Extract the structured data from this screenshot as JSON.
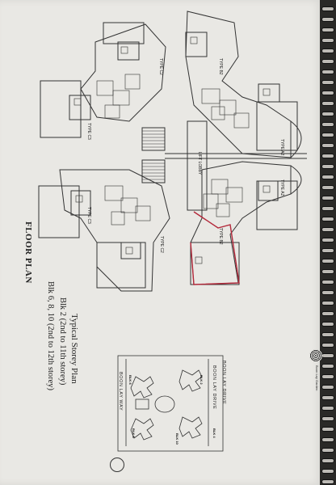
{
  "document": {
    "floor_plan_label": "FLOOR PLAN",
    "caption": {
      "title": "Typical Storey Plan",
      "lines": [
        "Blk 2 (2nd to 11th storey)",
        "Blk 6, 8, 10 (2nd to 12th storey)"
      ]
    },
    "unit_types": {
      "c2_top": "TYPE C2",
      "c3_top": "TYPE C3",
      "b2_top": "TYPE B2",
      "a2_top": "TYPE A2",
      "a2_bottom": "TYPE A2",
      "c3_bottom": "TYPE C3",
      "c2_bottom": "TYPE C2",
      "b2_bottom": "TYPE B2"
    },
    "lift_lobby": "LIFT LOBBY",
    "site_plan": {
      "roads": [
        "BOON LAY DRIVE",
        "BOON LAY DRIVE",
        "BOON LAY WAY"
      ],
      "blocks": [
        "BLK 2",
        "BLK 4",
        "BLK 6",
        "BLK 8",
        "BLK 10"
      ]
    },
    "logo_text": "Boon Lay Garden"
  }
}
